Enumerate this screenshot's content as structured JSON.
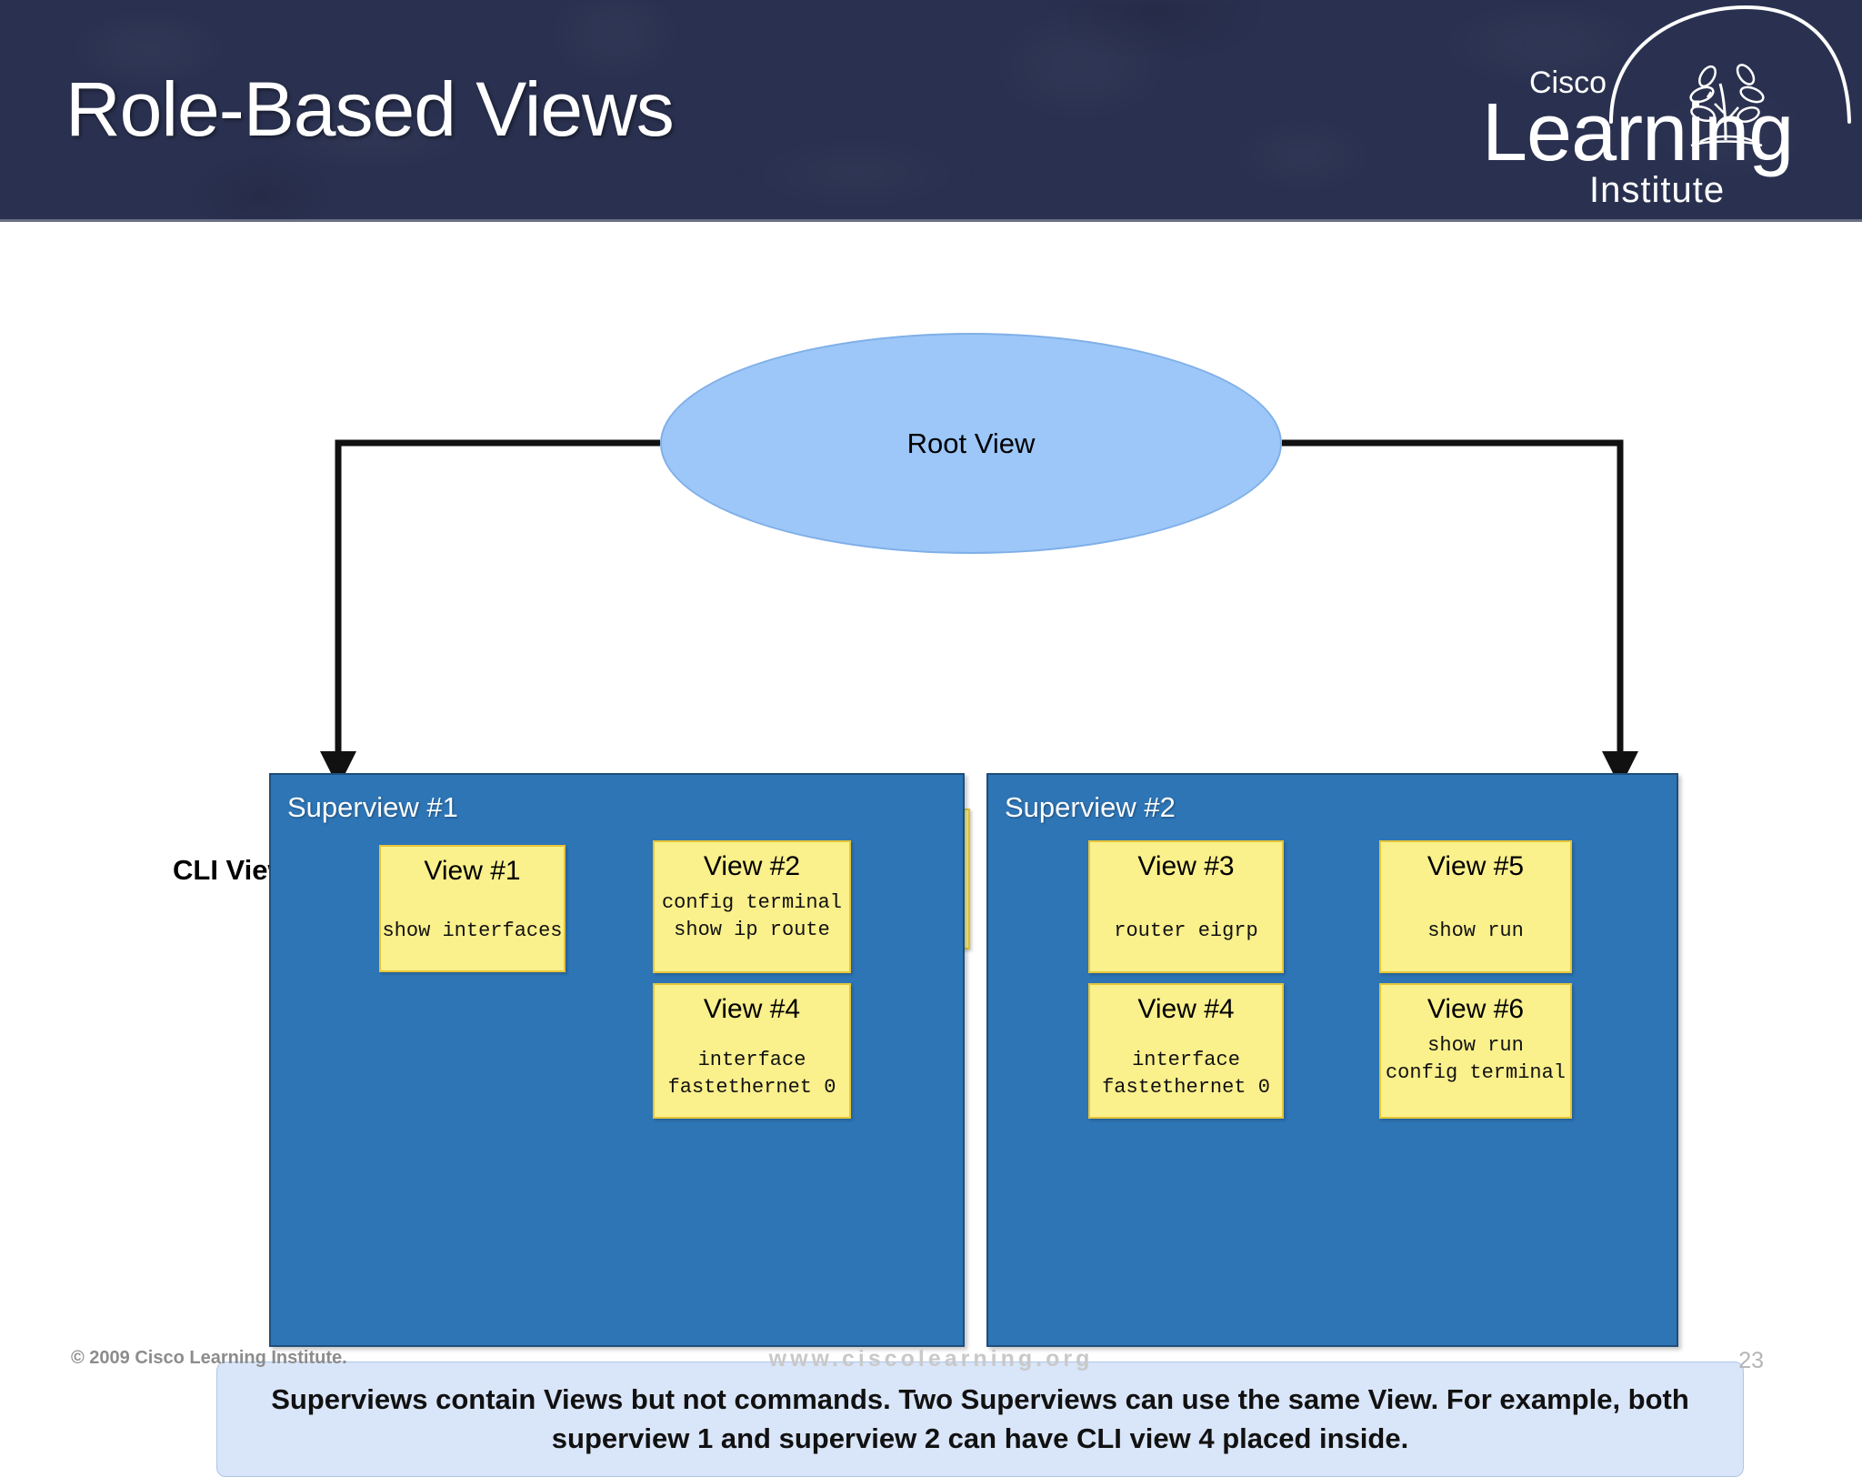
{
  "header": {
    "title": "Role-Based Views",
    "background_color": "#2a3150",
    "logo": {
      "top_word": "Cisco",
      "main_word": "Learning",
      "bottom_word": "Institute",
      "icon": "sapling-tree-icon"
    }
  },
  "diagram": {
    "root": {
      "label": "Root View",
      "fill": "#9CC7F8",
      "stroke": "#7FAFE8"
    },
    "cli_views_label": "CLI Views",
    "view_fill": "#FAF08C",
    "view_stroke": "#E6C638",
    "superview_fill": "#2E75B6",
    "superview_stroke": "#1F4E79",
    "cli_views": [
      {
        "title": "View #1",
        "commands": [
          "show interfaces"
        ],
        "align": "bottom"
      },
      {
        "title": "View #2",
        "commands": [
          "config terminal",
          "show ip route"
        ],
        "align": "top"
      },
      {
        "title": "View #3",
        "commands": [
          "router eigrp"
        ],
        "align": "bottom"
      },
      {
        "title": "View #4",
        "commands": [
          "interface",
          "fastethernet 0"
        ],
        "align": "middle"
      },
      {
        "title": "View #5",
        "commands": [
          "show run"
        ],
        "align": "bottom"
      },
      {
        "title": "View #6",
        "commands": [
          "show run",
          "config terminal"
        ],
        "align": "top"
      }
    ],
    "superviews": [
      {
        "title": "Superview #1",
        "views": [
          {
            "title": "View #1",
            "commands": [
              "show interfaces"
            ]
          },
          {
            "title": "View #2",
            "commands": [
              "config terminal",
              "show ip route"
            ]
          },
          {
            "title": "View #4",
            "commands": [
              "interface",
              "fastethernet 0"
            ]
          }
        ]
      },
      {
        "title": "Superview #2",
        "views": [
          {
            "title": "View #3",
            "commands": [
              "router eigrp"
            ]
          },
          {
            "title": "View #5",
            "commands": [
              "show run"
            ]
          },
          {
            "title": "View #4",
            "commands": [
              "interface",
              "fastethernet 0"
            ]
          },
          {
            "title": "View #6",
            "commands": [
              "show run",
              "config terminal"
            ]
          }
        ]
      }
    ],
    "callout": "Superviews contain Views but not commands. Two Superviews can use the same View. For example, both superview 1 and superview 2 can have CLI view 4 placed inside."
  },
  "footer": {
    "copyright": "© 2009 Cisco Learning Institute.",
    "url": "www.ciscolearning.org",
    "page_number": "23"
  }
}
